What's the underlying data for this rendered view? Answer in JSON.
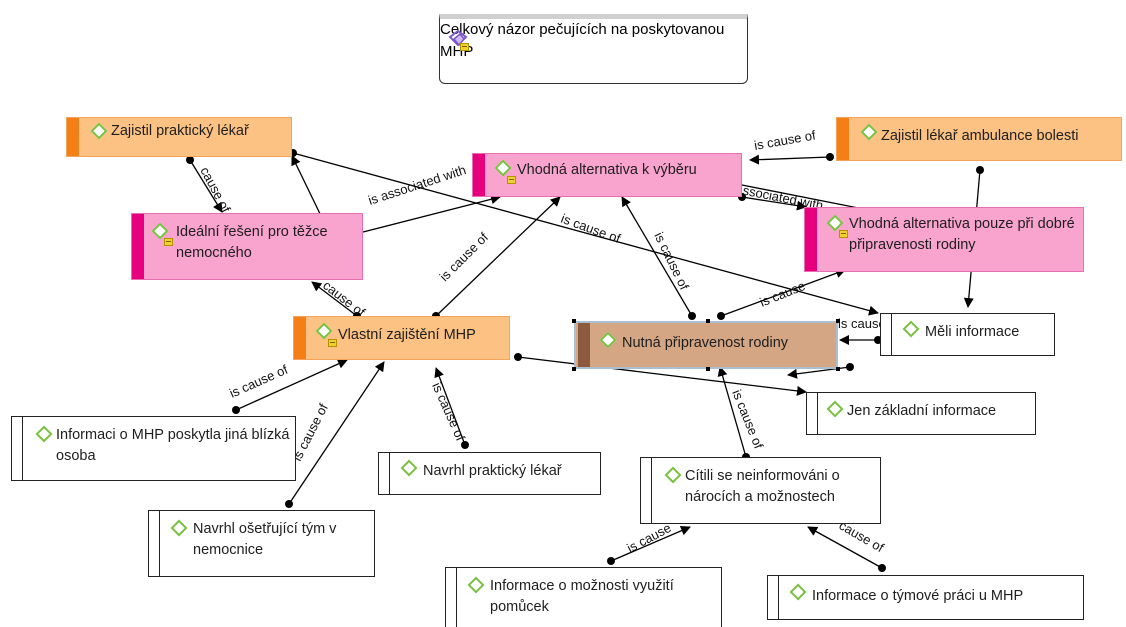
{
  "title_node": {
    "text": "Celkový názor pečujících na poskytovanou MHP",
    "icon": "network-icon"
  },
  "nodes": {
    "zajistil_prakticky": "Zajistil praktický lékař",
    "vhodna_alternativa": "Vhodná alternativa k výběru",
    "zajistil_ambulance": "Zajistil lékař ambulance bolesti",
    "idealni_reseni": "Ideální řešení pro těžce nemocného",
    "vhodna_pouze": "Vhodná alternativa pouze při dobré připravenosti rodiny",
    "vlastni_zajisteni": "Vlastní zajištění MHP",
    "nutna_pripravenost": "Nutná připravenost rodiny",
    "meli_informace": "Měli informace",
    "jen_zakladni": "Jen základní informace",
    "informaci_jina": "Informaci o MHP poskytla jiná blízká osoba",
    "navrhl_prakticky": "Navrhl praktický lékař",
    "citili_se": "Cítili se neinformováni o nárocích a možnostech",
    "navrhl_osetrujici": "Navrhl ošetřující tým v nemocnice",
    "informace_pomucky": "Informace o možnosti využití pomůcek",
    "informace_tymove": "Informace o týmové práci u MHP"
  },
  "edge_labels": {
    "cause_of": "cause of",
    "is_cause_of": "is cause of",
    "is_associated_with": "is associated with",
    "associated_with": "associated with",
    "is_cause_of_trunc": "is cause"
  },
  "colors": {
    "orange_fill": "#fcc284",
    "orange_strip": "#f57f17",
    "pink_fill": "#f9a3cf",
    "pink_strip": "#e6007e",
    "brown_fill": "#d4a684",
    "brown_strip": "#8d5a3f",
    "code_icon": "#7ac142",
    "memo_icon": "#f2d02b",
    "edge": "#000000"
  }
}
